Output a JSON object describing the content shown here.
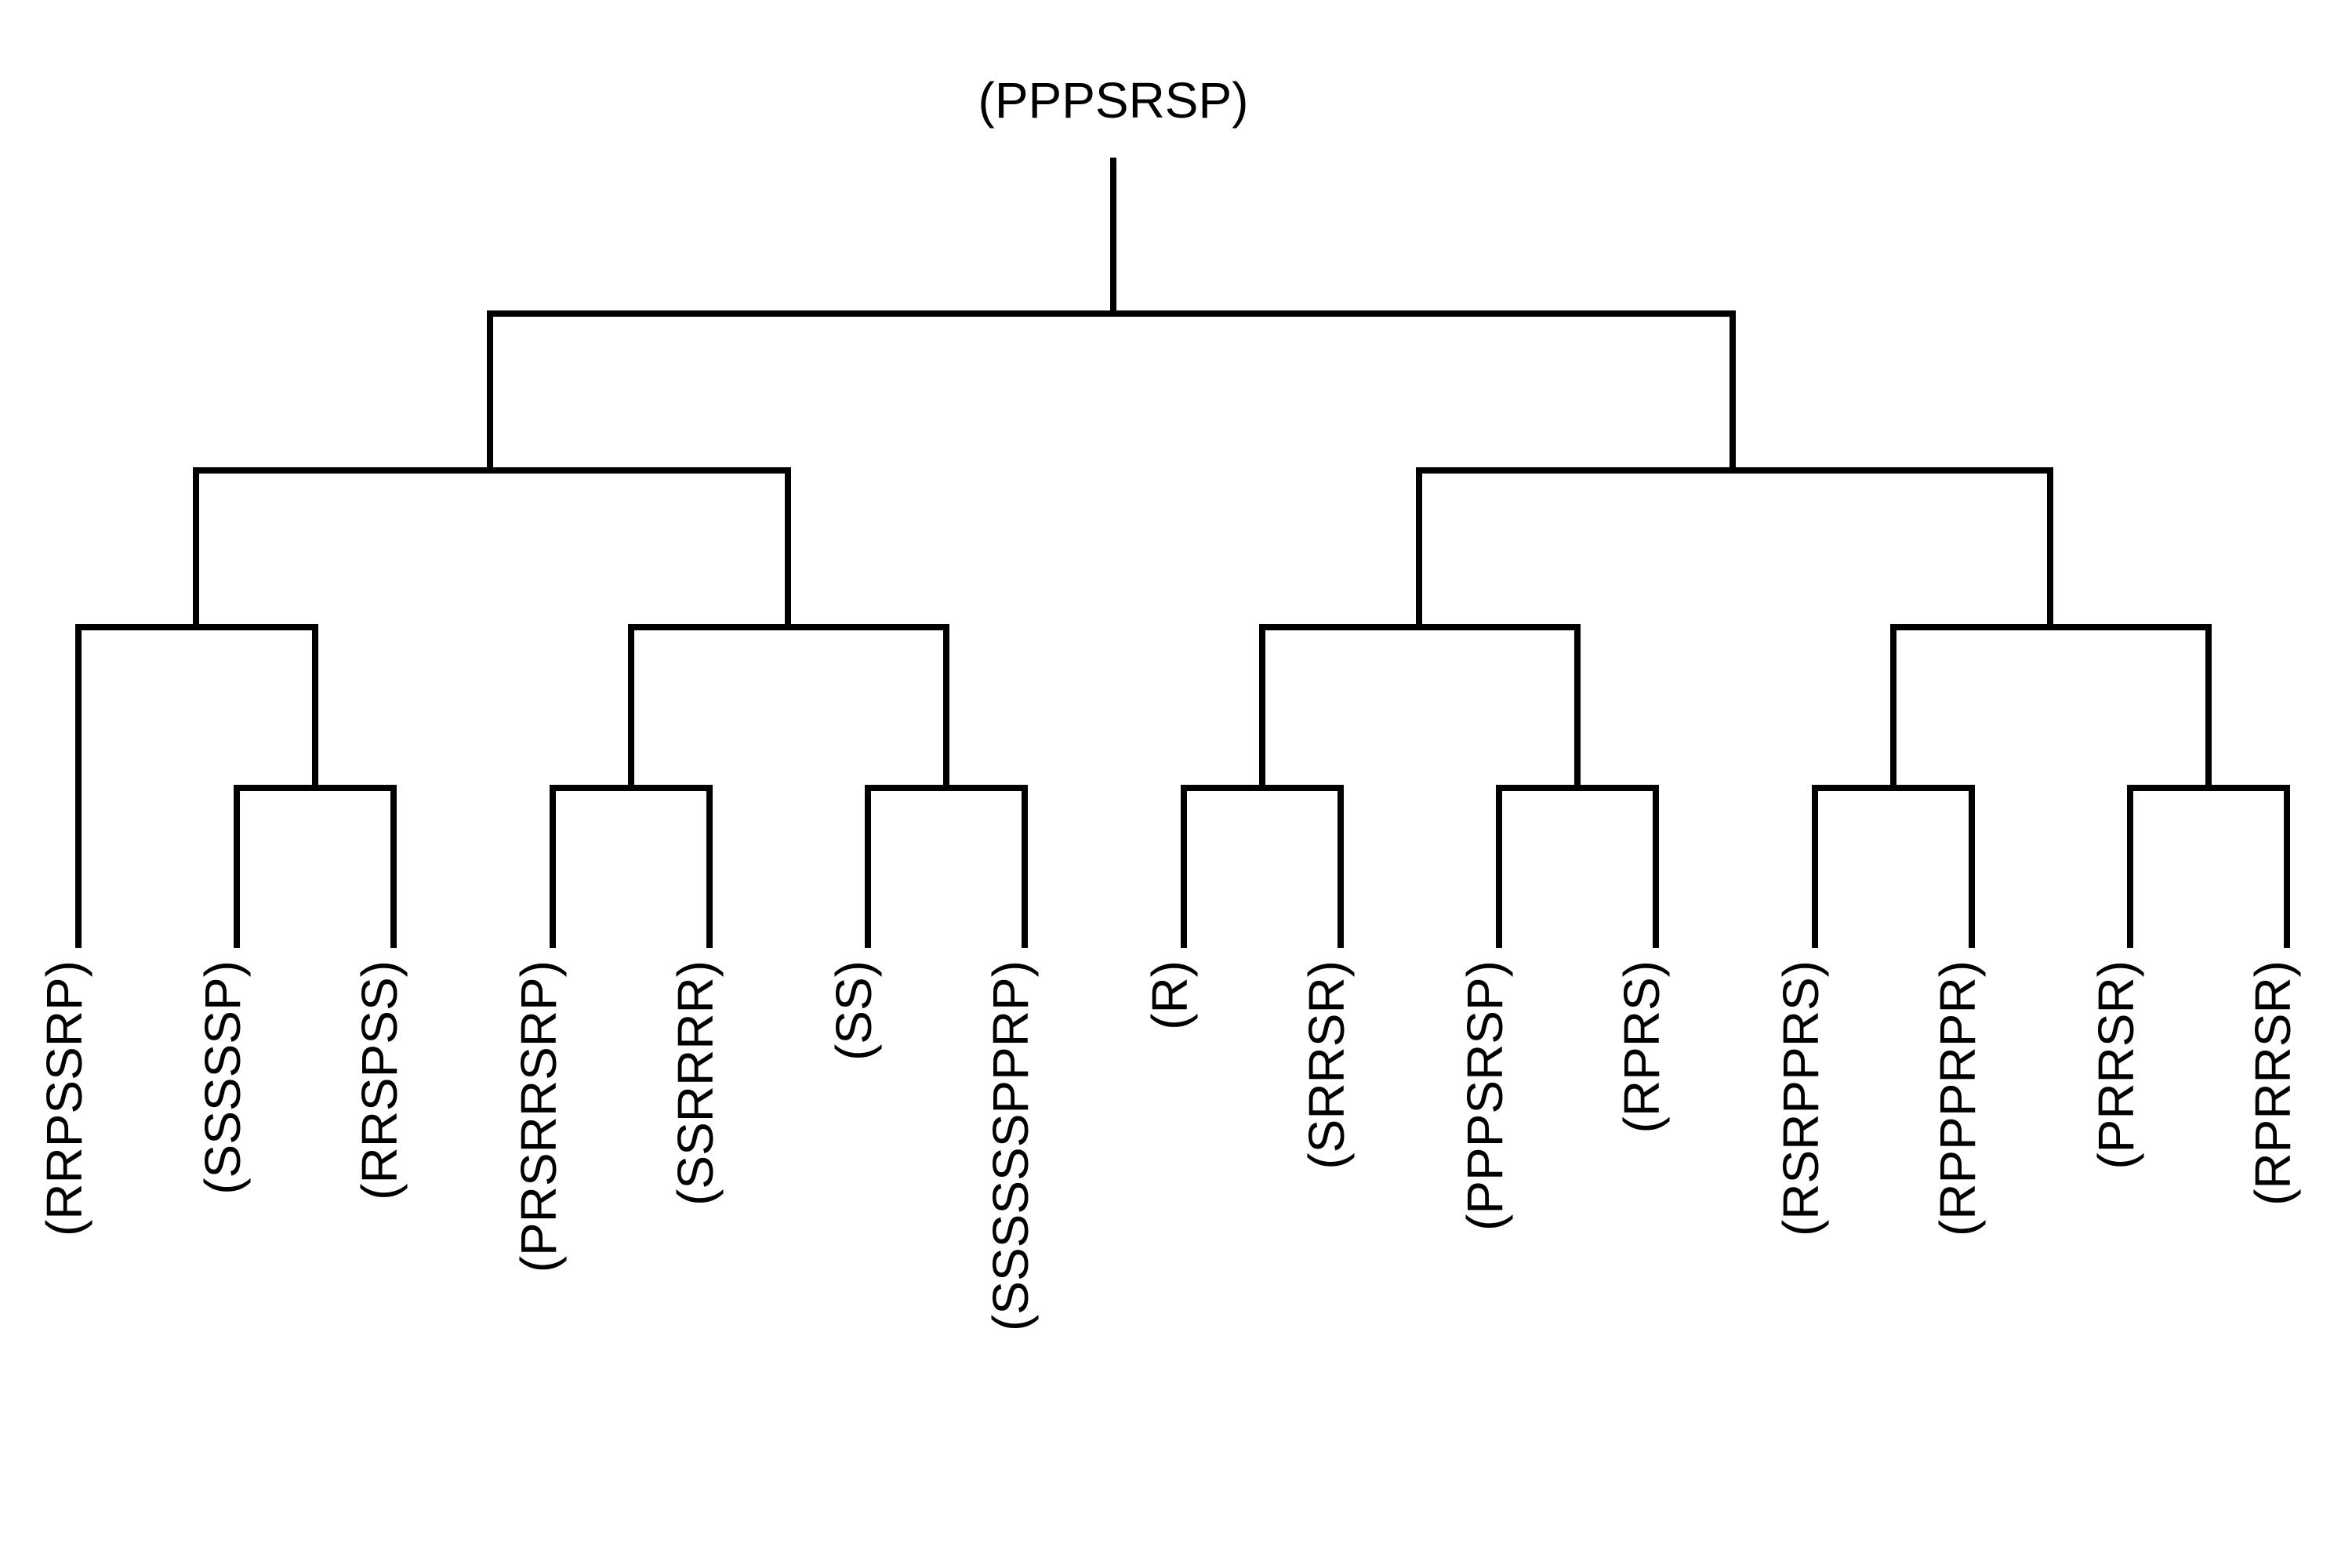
{
  "tree": {
    "root": "(PPPSRSP)",
    "leaves": [
      "(RRPSSRP)",
      "(SSSSSP)",
      "(RRSPSS)",
      "(PRSRRSRP)",
      "(SSRRRR)",
      "(SS)",
      "(SSSSSSPPRP)",
      "(R)",
      "(SRRSR)",
      "(PPPSRSP)",
      "(RPRS)",
      "(RSRPPRS)",
      "(RPPPRPR)",
      "(PRRSR)",
      "(RPRRSR)"
    ]
  },
  "colors": {
    "line": "#000000",
    "text": "#000000",
    "background": "#ffffff"
  }
}
